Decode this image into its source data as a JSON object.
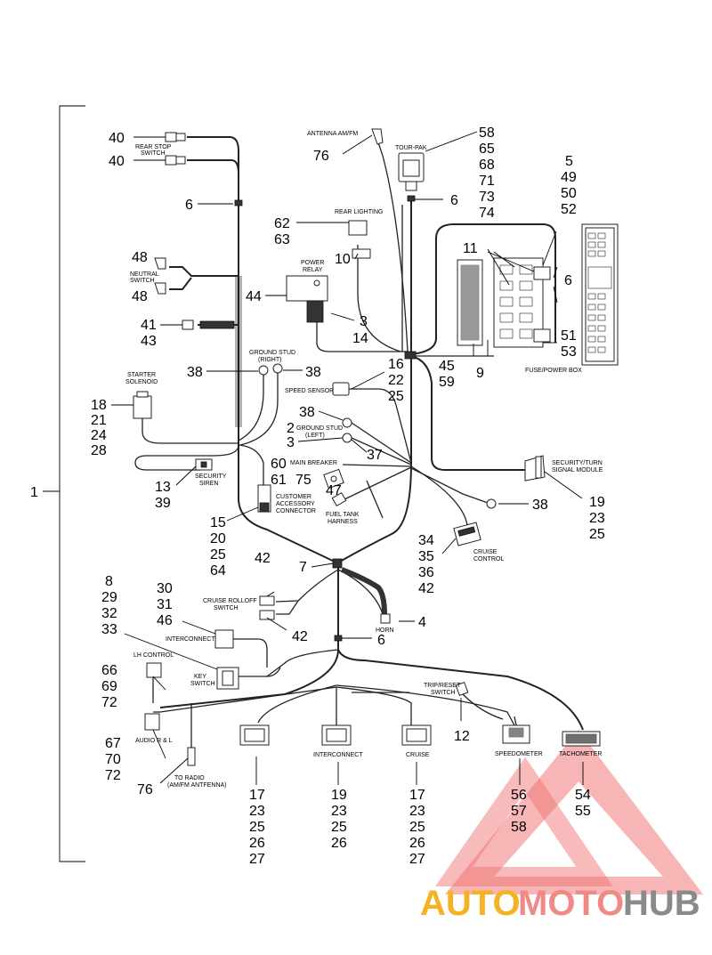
{
  "bracket_number": "1",
  "callouts": [
    {
      "id": "n40a",
      "text": "40"
    },
    {
      "id": "n40b",
      "text": "40"
    },
    {
      "id": "n6a",
      "text": "6"
    },
    {
      "id": "n48a",
      "text": "48"
    },
    {
      "id": "n48b",
      "text": "48"
    },
    {
      "id": "n41",
      "text": "41"
    },
    {
      "id": "n43",
      "text": "43"
    },
    {
      "id": "n38a",
      "text": "38"
    },
    {
      "id": "n38b",
      "text": "38"
    },
    {
      "id": "n18",
      "text": "18"
    },
    {
      "id": "n21",
      "text": "21"
    },
    {
      "id": "n24",
      "text": "24"
    },
    {
      "id": "n28",
      "text": "28"
    },
    {
      "id": "n13",
      "text": "13"
    },
    {
      "id": "n39",
      "text": "39"
    },
    {
      "id": "n15",
      "text": "15"
    },
    {
      "id": "n20",
      "text": "20"
    },
    {
      "id": "n25a",
      "text": "25"
    },
    {
      "id": "n64",
      "text": "64"
    },
    {
      "id": "n76a",
      "text": "76"
    },
    {
      "id": "n62",
      "text": "62"
    },
    {
      "id": "n63",
      "text": "63"
    },
    {
      "id": "n10",
      "text": "10"
    },
    {
      "id": "n44",
      "text": "44"
    },
    {
      "id": "n3a",
      "text": "3"
    },
    {
      "id": "n14",
      "text": "14"
    },
    {
      "id": "n16",
      "text": "16"
    },
    {
      "id": "n22",
      "text": "22"
    },
    {
      "id": "n25b",
      "text": "25"
    },
    {
      "id": "n38c",
      "text": "38"
    },
    {
      "id": "n2",
      "text": "2"
    },
    {
      "id": "n3b",
      "text": "3"
    },
    {
      "id": "n37",
      "text": "37"
    },
    {
      "id": "n60",
      "text": "60"
    },
    {
      "id": "n61",
      "text": "61"
    },
    {
      "id": "n75",
      "text": "75"
    },
    {
      "id": "n47",
      "text": "47"
    },
    {
      "id": "n58a",
      "text": "58"
    },
    {
      "id": "n65",
      "text": "65"
    },
    {
      "id": "n68",
      "text": "68"
    },
    {
      "id": "n71",
      "text": "71"
    },
    {
      "id": "n73",
      "text": "73"
    },
    {
      "id": "n74",
      "text": "74"
    },
    {
      "id": "n6b",
      "text": "6"
    },
    {
      "id": "n5",
      "text": "5"
    },
    {
      "id": "n49",
      "text": "49"
    },
    {
      "id": "n50",
      "text": "50"
    },
    {
      "id": "n52",
      "text": "52"
    },
    {
      "id": "n11",
      "text": "11"
    },
    {
      "id": "n6c",
      "text": "6"
    },
    {
      "id": "n51",
      "text": "51"
    },
    {
      "id": "n53",
      "text": "53"
    },
    {
      "id": "n45",
      "text": "45"
    },
    {
      "id": "n59",
      "text": "59"
    },
    {
      "id": "n9",
      "text": "9"
    },
    {
      "id": "n19a",
      "text": "19"
    },
    {
      "id": "n23a",
      "text": "23"
    },
    {
      "id": "n25c",
      "text": "25"
    },
    {
      "id": "n38d",
      "text": "38"
    },
    {
      "id": "n34",
      "text": "34"
    },
    {
      "id": "n35",
      "text": "35"
    },
    {
      "id": "n36",
      "text": "36"
    },
    {
      "id": "n42a",
      "text": "42"
    },
    {
      "id": "n7",
      "text": "7"
    },
    {
      "id": "n42b",
      "text": "42"
    },
    {
      "id": "n42c",
      "text": "42"
    },
    {
      "id": "n30",
      "text": "30"
    },
    {
      "id": "n31",
      "text": "31"
    },
    {
      "id": "n46",
      "text": "46"
    },
    {
      "id": "n8",
      "text": "8"
    },
    {
      "id": "n29",
      "text": "29"
    },
    {
      "id": "n32",
      "text": "32"
    },
    {
      "id": "n33",
      "text": "33"
    },
    {
      "id": "n4",
      "text": "4"
    },
    {
      "id": "n6d",
      "text": "6"
    },
    {
      "id": "n66",
      "text": "66"
    },
    {
      "id": "n69",
      "text": "69"
    },
    {
      "id": "n72a",
      "text": "72"
    },
    {
      "id": "n67",
      "text": "67"
    },
    {
      "id": "n70",
      "text": "70"
    },
    {
      "id": "n72b",
      "text": "72"
    },
    {
      "id": "n76b",
      "text": "76"
    },
    {
      "id": "n12",
      "text": "12"
    },
    {
      "id": "n17a",
      "text": "17"
    },
    {
      "id": "n23b",
      "text": "23"
    },
    {
      "id": "n25d",
      "text": "25"
    },
    {
      "id": "n26a",
      "text": "26"
    },
    {
      "id": "n27a",
      "text": "27"
    },
    {
      "id": "n19b",
      "text": "19"
    },
    {
      "id": "n23c",
      "text": "23"
    },
    {
      "id": "n25e",
      "text": "25"
    },
    {
      "id": "n26b",
      "text": "26"
    },
    {
      "id": "n17b",
      "text": "17"
    },
    {
      "id": "n23d",
      "text": "23"
    },
    {
      "id": "n25f",
      "text": "25"
    },
    {
      "id": "n26c",
      "text": "26"
    },
    {
      "id": "n27b",
      "text": "27"
    },
    {
      "id": "n56",
      "text": "56"
    },
    {
      "id": "n57",
      "text": "57"
    },
    {
      "id": "n58b",
      "text": "58"
    },
    {
      "id": "n54",
      "text": "54"
    },
    {
      "id": "n55",
      "text": "55"
    }
  ],
  "labels": [
    {
      "id": "l_rear_stop_1",
      "text": "REAR STOP"
    },
    {
      "id": "l_rear_stop_2",
      "text": "SWITCH"
    },
    {
      "id": "l_neutral_1",
      "text": "NEUTRAL"
    },
    {
      "id": "l_neutral_2",
      "text": "SWITCH"
    },
    {
      "id": "l_ground_r_1",
      "text": "GROUND STUD"
    },
    {
      "id": "l_ground_r_2",
      "text": "(RIGHT)"
    },
    {
      "id": "l_starter_1",
      "text": "STARTER"
    },
    {
      "id": "l_starter_2",
      "text": "SOLENOID"
    },
    {
      "id": "l_security_1",
      "text": "SECURITY"
    },
    {
      "id": "l_security_2",
      "text": "SIREN"
    },
    {
      "id": "l_customer_1",
      "text": "CUSTOMER"
    },
    {
      "id": "l_customer_2",
      "text": "ACCESSORY"
    },
    {
      "id": "l_customer_3",
      "text": "CONNECTOR"
    },
    {
      "id": "l_antenna",
      "text": "ANTENNA AM/FM"
    },
    {
      "id": "l_rear_lighting",
      "text": "REAR LIGHTING"
    },
    {
      "id": "l_power_relay_1",
      "text": "POWER"
    },
    {
      "id": "l_power_relay_2",
      "text": "RELAY"
    },
    {
      "id": "l_tourpak",
      "text": "TOUR-PAK"
    },
    {
      "id": "l_speed_sensor",
      "text": "SPEED SENSOR"
    },
    {
      "id": "l_ground_l_1",
      "text": "GROUND STUD"
    },
    {
      "id": "l_ground_l_2",
      "text": "(LEFT)"
    },
    {
      "id": "l_main_breaker",
      "text": "MAIN BREAKER"
    },
    {
      "id": "l_fuel_1",
      "text": "FUEL TANK"
    },
    {
      "id": "l_fuel_2",
      "text": "HARNESS"
    },
    {
      "id": "l_fuse_box",
      "text": "FUSE/POWER BOX"
    },
    {
      "id": "l_sec_turn_1",
      "text": "SECURITY/TURN"
    },
    {
      "id": "l_sec_turn_2",
      "text": "SIGNAL MODULE"
    },
    {
      "id": "l_cruise_ctl_1",
      "text": "CRUISE"
    },
    {
      "id": "l_cruise_ctl_2",
      "text": "CONTROL"
    },
    {
      "id": "l_rolloff_1",
      "text": "CRUISE ROLLOFF"
    },
    {
      "id": "l_rolloff_2",
      "text": "SWITCH"
    },
    {
      "id": "l_horn",
      "text": "HORN"
    },
    {
      "id": "l_interconnect_a",
      "text": "INTERCONNECT"
    },
    {
      "id": "l_lh_control",
      "text": "LH CONTROL"
    },
    {
      "id": "l_key_1",
      "text": "KEY"
    },
    {
      "id": "l_key_2",
      "text": "SWITCH"
    },
    {
      "id": "l_audio",
      "text": "AUDIO R & L"
    },
    {
      "id": "l_radio_1",
      "text": "TO RADIO"
    },
    {
      "id": "l_radio_2",
      "text": "(AM/FM ANTFENNA)"
    },
    {
      "id": "l_interconnect_b",
      "text": "INTERCONNECT"
    },
    {
      "id": "l_cruise",
      "text": "CRUISE"
    },
    {
      "id": "l_trip_1",
      "text": "TRIP/RESET"
    },
    {
      "id": "l_trip_2",
      "text": "SWITCH"
    },
    {
      "id": "l_speedometer",
      "text": "SPEEDOMETER"
    },
    {
      "id": "l_tachometer",
      "text": "TACHOMETER"
    }
  ],
  "watermark": {
    "part1": "AUTO",
    "part2": "MOTO",
    "part3": "HUB",
    "colors": {
      "part1": "#f5b324",
      "part2": "#f08a86",
      "part3": "#8a8a8a",
      "triangle": "#ee4a4a"
    }
  }
}
